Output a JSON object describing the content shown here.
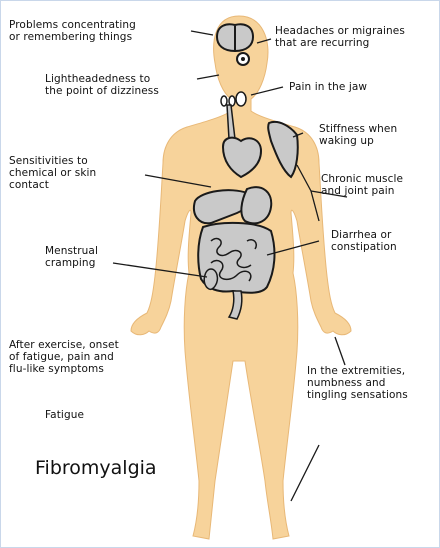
{
  "title": "Fibromyalgia",
  "colors": {
    "skin": "#f7d39b",
    "organ": "#c9c9c9",
    "outline": "#1a1a1a",
    "frame": "#c9d7ea"
  },
  "labels": {
    "problems_concentrating": "Problems concentrating\nor remembering things",
    "headaches": "Headaches or migraines\nthat are recurring",
    "lightheadedness": "Lightheadedness to\nthe point of dizziness",
    "jaw_pain": "Pain in the jaw",
    "stiffness": "Stiffness when\nwaking up",
    "sensitivities": "Sensitivities to\nchemical or skin\ncontact",
    "chronic_pain": "Chronic muscle\nand joint pain",
    "menstrual": "Menstrual\ncramping",
    "diarrhea": "Diarrhea or\nconstipation",
    "after_exercise": "After exercise, onset\nof fatigue, pain and\nflu-like symptoms",
    "extremities": "In the extremities,\nnumbness and\ntingling sensations",
    "fatigue": "Fatigue"
  }
}
